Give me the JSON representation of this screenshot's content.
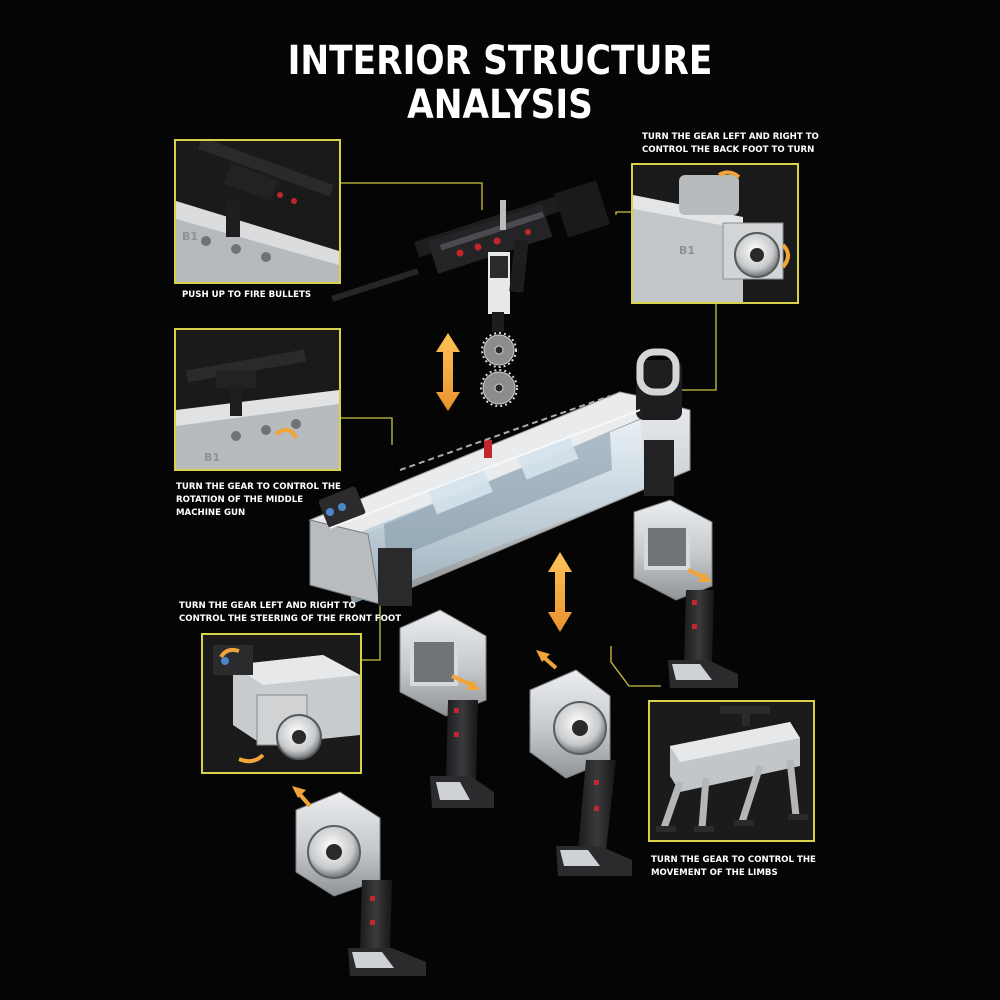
{
  "title": {
    "line1": "INTERIOR STRUCTURE",
    "line2": "ANALYSIS"
  },
  "captions": {
    "fire_bullets": "PUSH UP TO FIRE BULLETS",
    "back_foot_l1": "TURN THE GEAR LEFT AND RIGHT TO",
    "back_foot_l2": "CONTROL THE BACK FOOT TO TURN",
    "machine_gun_l1": "TURN THE GEAR TO CONTROL THE",
    "machine_gun_l2": "ROTATION OF THE MIDDLE",
    "machine_gun_l3": "MACHINE GUN",
    "front_foot_l1": "TURN THE GEAR LEFT AND RIGHT TO",
    "front_foot_l2": "CONTROL THE STEERING OF THE FRONT FOOT",
    "limbs_l1": "TURN THE GEAR TO CONTROL THE",
    "limbs_l2": "MOVEMENT OF THE LIMBS"
  },
  "panel_labels": {
    "body_mark": "B1"
  },
  "colors": {
    "background": "#050505",
    "frame": "#d8d24a",
    "leader_line": "#c9c442",
    "arrow": "#f0a53a",
    "brick_light": "#d2d4d6",
    "brick_dark": "#2a2a2c",
    "accent_red": "#c0262b"
  }
}
